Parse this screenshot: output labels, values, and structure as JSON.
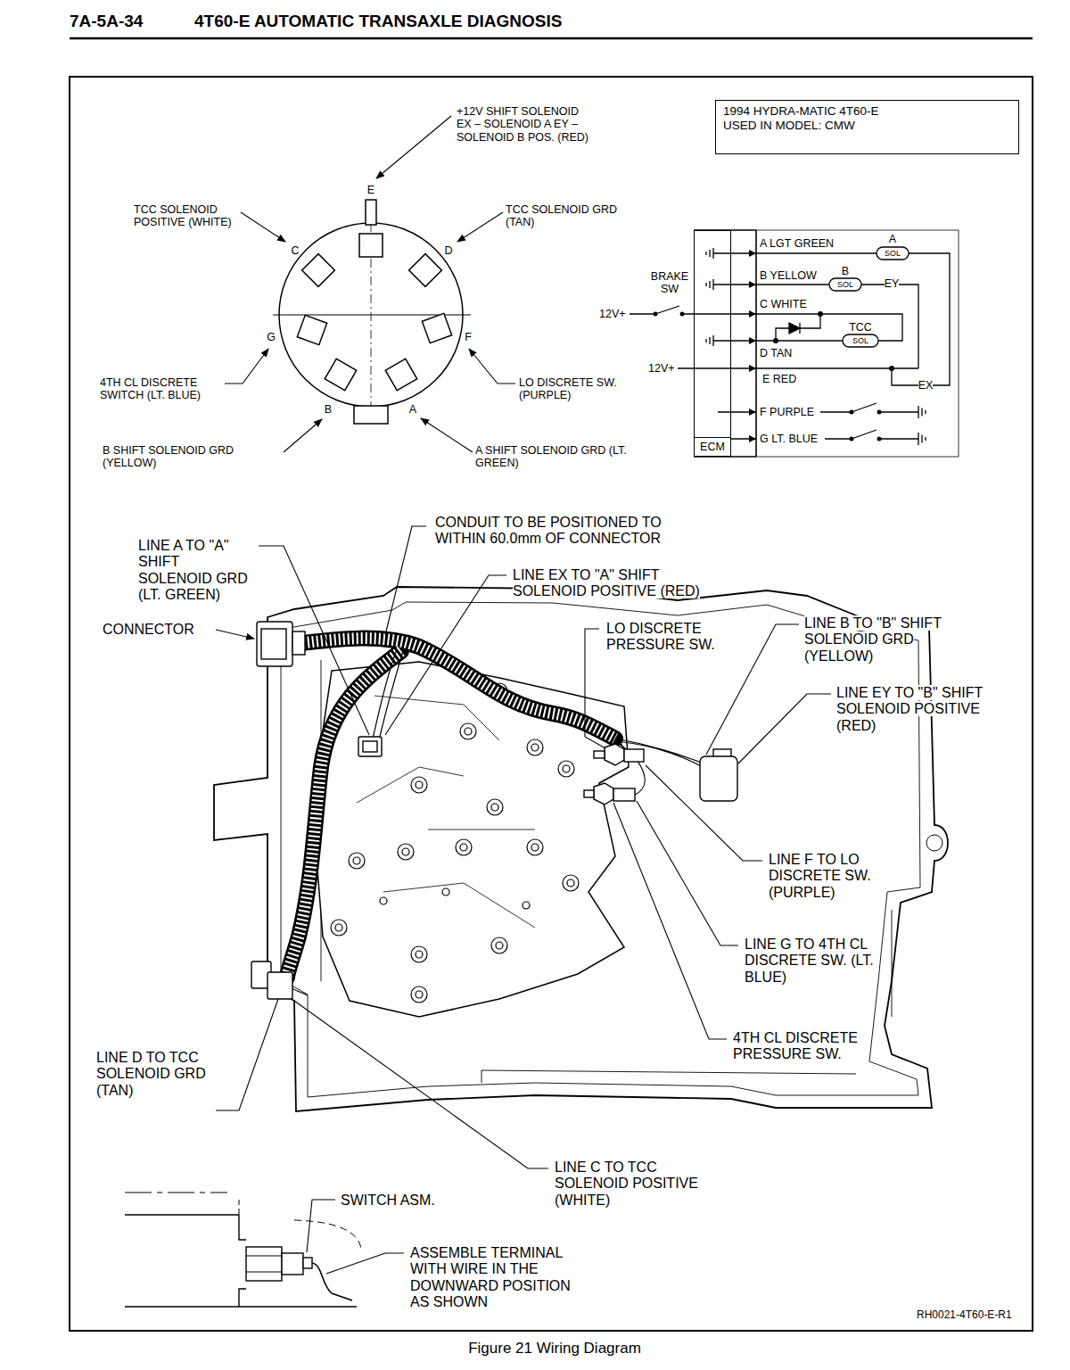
{
  "diagram": {
    "title": "4T60-E AUTOMATIC TRANSAXLE DIAGNOSIS",
    "caption": "Figure 21 Wiring Diagram",
    "nodes": [
      {
        "text": [
          "1994 HYDRA-MATIC 4T60-E USED IN MODEL: CMW"
        ]
      },
      {
        "text": [
          "ECM"
        ]
      }
    ],
    "labels": [
      "7A-5A-34",
      "+12V SHIFT SOLENOID EX – SOLENOID A EY – SOLENOID B POS. (RED)",
      "E",
      "TCC SOLENOID POSITIVE (WHITE)",
      "C",
      "TCC SOLENOID GRD (TAN)",
      "D",
      "G",
      "F",
      "4TH CL DISCRETE SWITCH (LT. BLUE)",
      "LO DISCRETE SW. (PURPLE)",
      "B",
      "A",
      "B SHIFT SOLENOID GRD (YELLOW)",
      "A SHIFT SOLENOID GRD (LT. GREEN)",
      "A LGT GREEN",
      "A",
      "SOL",
      "B YELLOW",
      "B",
      "SOL",
      "BRAKE SW",
      "EY",
      "12V+",
      "C WHITE",
      "TCC",
      "SOL",
      "D TAN",
      "12V+",
      "E RED",
      "EX",
      "F PURPLE",
      "G LT. BLUE",
      "CONDUIT TO BE POSITIONED TO WITHIN 60.0mm OF CONNECTOR",
      "LINE A TO \"A\" SHIFT SOLENOID GRD (LT. GREEN)",
      "LINE EX TO \"A\" SHIFT SOLENOID POSITIVE (RED)",
      "CONNECTOR",
      "LO DISCRETE PRESSURE SW.",
      "LINE B TO \"B\" SHIFT SOLENOID GRD (YELLOW)",
      "LINE EY TO \"B\" SHIFT SOLENOID POSITIVE (RED)",
      "LINE F TO LO DISCRETE SW. (PURPLE)",
      "LINE G TO 4TH CL DISCRETE SW. (LT. BLUE)",
      "4TH CL DISCRETE PRESSURE SW.",
      "LINE D TO TCC SOLENOID GRD (TAN)",
      "LINE C TO TCC SOLENOID POSITIVE (WHITE)",
      "SWITCH ASM.",
      "ASSEMBLE TERMINAL WITH WIRE IN THE DOWNWARD POSITION AS SHOWN",
      "RH0021-4T60-E-R1"
    ]
  }
}
